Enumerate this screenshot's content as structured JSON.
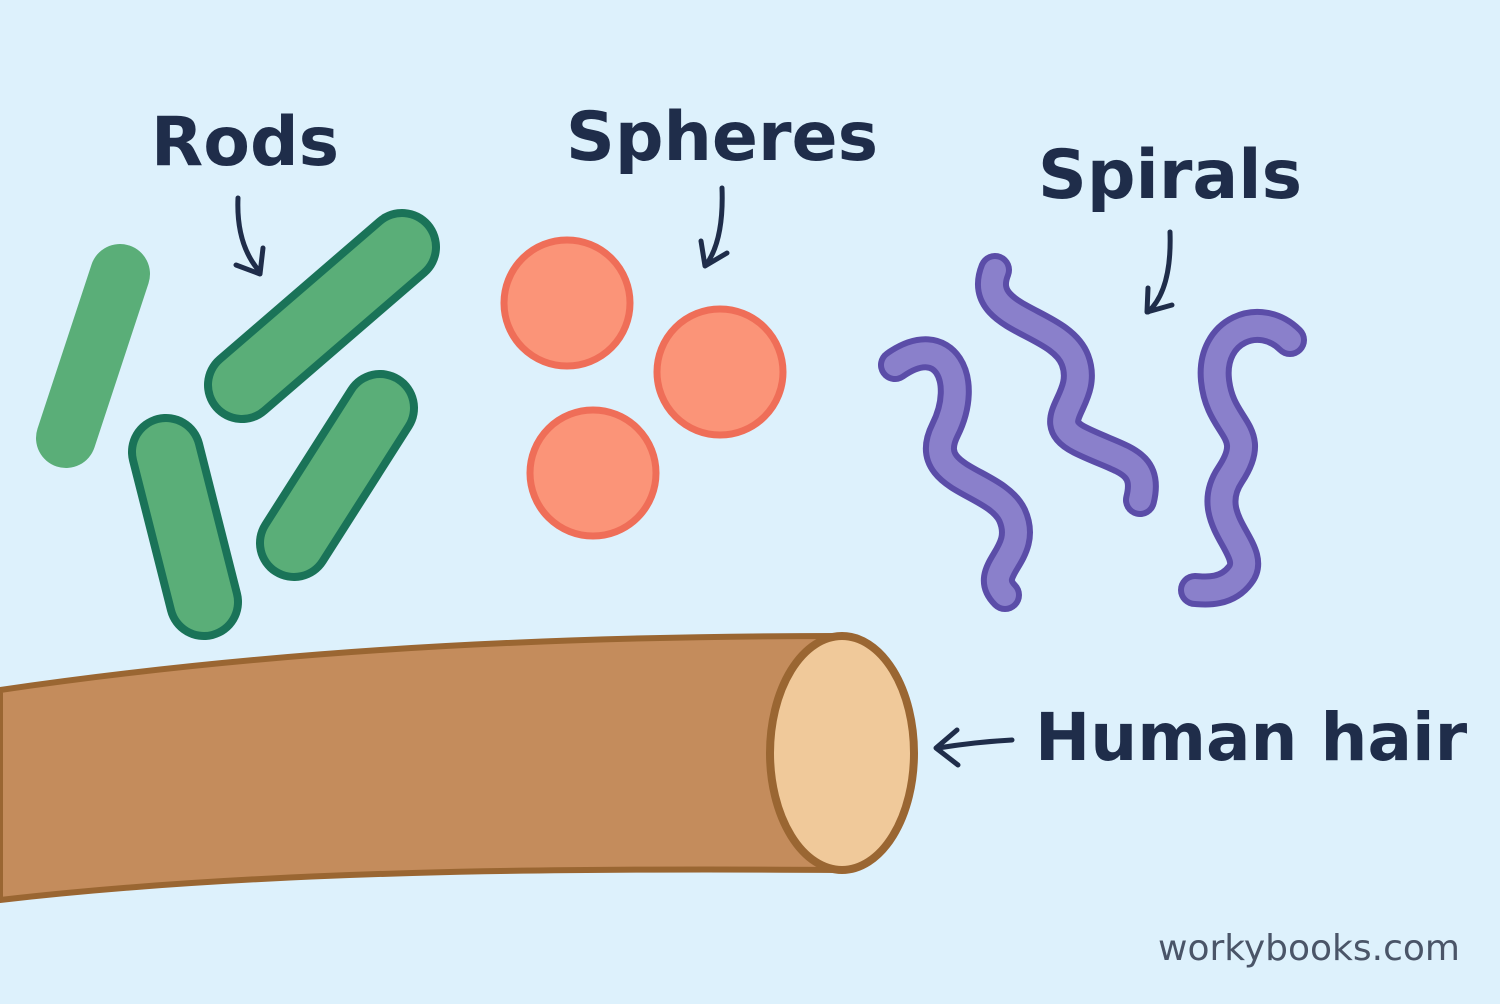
{
  "diagram": {
    "groups": [
      {
        "name": "rods",
        "label": "Rods",
        "count": 4
      },
      {
        "name": "spheres",
        "label": "Spheres",
        "count": 3
      },
      {
        "name": "spirals",
        "label": "Spirals",
        "count": 3
      }
    ],
    "hair_label": "Human hair",
    "watermark": "workybooks.com"
  },
  "colors": {
    "background": "#ddf1fc",
    "rod_fill": "#5aae78",
    "rod_outline": "#1a7358",
    "sphere_fill": "#fb9478",
    "sphere_outline": "#ef6e58",
    "spiral_fill": "#8a80cb",
    "spiral_outline": "#5b4da8",
    "hair_fill": "#c48c5c",
    "hair_outline": "#9a6632",
    "hair_end": "#f0c99a",
    "text": "#1f2d4a"
  }
}
